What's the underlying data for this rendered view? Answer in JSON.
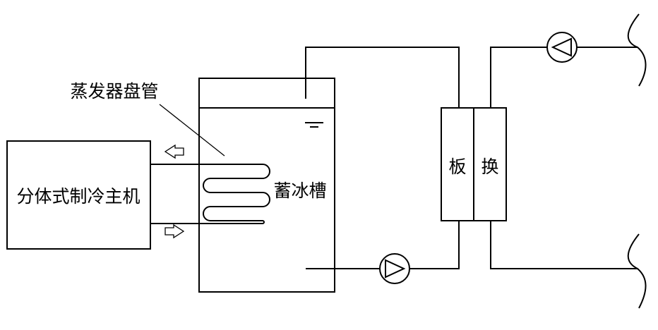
{
  "labels": {
    "chiller": "分体式制冷主机",
    "coil": "蒸发器盘管",
    "tank": "蓄冰槽",
    "hx_left": "板",
    "hx_right": "换"
  }
}
